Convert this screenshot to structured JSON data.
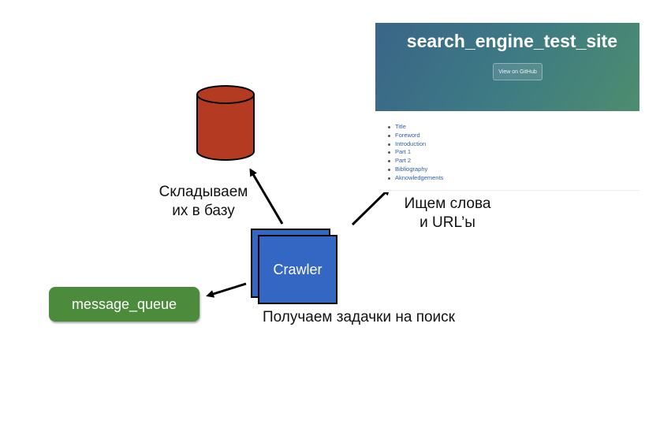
{
  "database": {
    "label": "Складываем\nих в базу",
    "color": "#b43a22"
  },
  "crawler": {
    "label": "Crawler",
    "color": "#3466c4"
  },
  "message_queue": {
    "label": "message_queue",
    "color": "#4b8b3b"
  },
  "site_caption": "Ищем слова\nи URL’ы",
  "crawler_caption": "Получаем задачки на поиск",
  "website": {
    "title": "search_engine_test_site",
    "button_label": "View on GitHub",
    "nav_items": [
      "Title",
      "Foreword",
      "Introduction",
      "Part 1",
      "Part 2",
      "Bibliography",
      "Aknowledgements"
    ]
  }
}
